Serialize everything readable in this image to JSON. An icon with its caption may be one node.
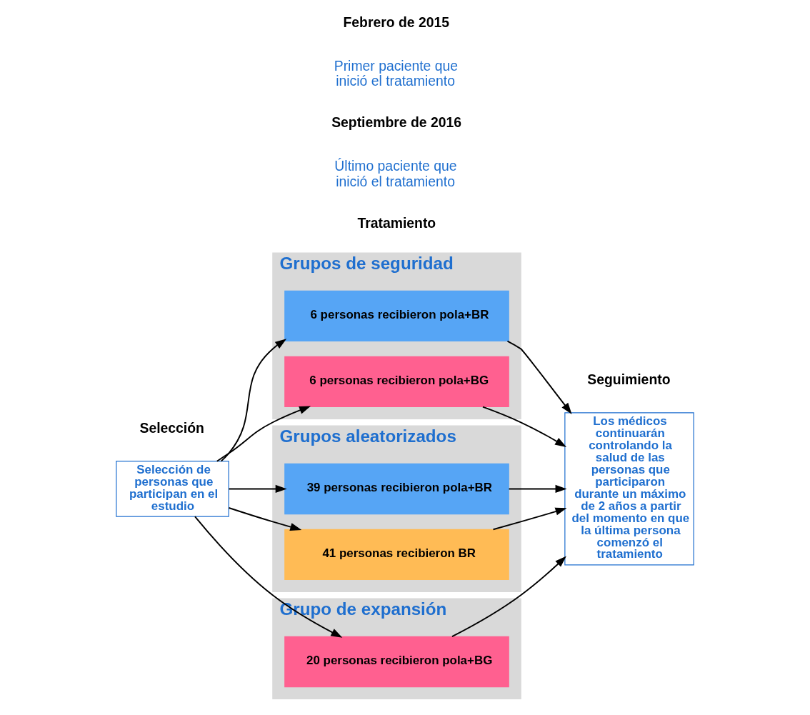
{
  "diagram": {
    "nodes": [
      {
        "text": [
          "Selección de personas que participan en el estudio"
        ]
      },
      {
        "text": [
          "Grupos de seguridad"
        ]
      },
      {
        "text": [
          "6 personas recibieron pola+BR"
        ],
        "in": 1
      },
      {
        "text": [
          "6 personas recibieron pola+BG"
        ],
        "in": 1
      },
      {
        "text": [
          "Grupos aleatorizados"
        ]
      },
      {
        "text": [
          "39 personas recibieron pola+BR"
        ],
        "in": 4
      },
      {
        "text": [
          "41 personas recibieron BR"
        ],
        "in": 4
      },
      {
        "text": [
          "Grupo de expansión"
        ]
      },
      {
        "text": [
          "20 personas recibieron pola+BG"
        ],
        "in": 7
      },
      {
        "text": [
          "Los médicos continuarán controlando la salud de las personas que participaron durante un máximo de 2 años a partir del momento en que la última persona comenzó el tratamiento"
        ]
      }
    ],
    "edges": [
      {
        "from": 0,
        "to": 2,
        "arrow": "to"
      },
      {
        "from": 0,
        "to": 3,
        "arrow": "to"
      },
      {
        "from": 0,
        "to": 5,
        "arrow": "to"
      },
      {
        "from": 0,
        "to": 6,
        "arrow": "to"
      },
      {
        "from": 0,
        "to": 8,
        "arrow": "to"
      },
      {
        "from": 2,
        "to": 9,
        "arrow": "to"
      },
      {
        "from": 3,
        "to": 9,
        "arrow": "to"
      },
      {
        "from": 5,
        "to": 9,
        "arrow": "to"
      },
      {
        "from": 6,
        "to": 9,
        "arrow": "to"
      },
      {
        "from": 8,
        "to": 9,
        "arrow": "to"
      }
    ],
    "labels": [
      "Selección",
      "Tratamiento",
      "Seguimiento",
      "Febrero de 2015",
      "Primer paciente que inició el tratamiento",
      "Septiembre de 2016",
      "Último paciente que inició el tratamiento"
    ]
  }
}
